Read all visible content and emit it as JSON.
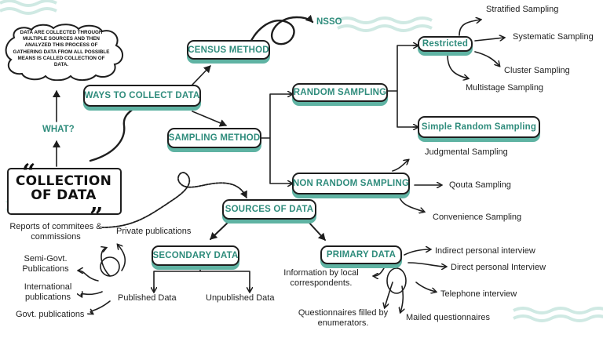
{
  "title": "COLLECTION OF DATA",
  "definition": "DATA ARE COLLECTED THROUGH MULTIPLE SOURCES AND THEN ANALYZED THIS PROCESS OF GATHERING DATA FROM ALL POSSIBLE MEANS IS CALLED COLLECTION OF DATA.",
  "what_label": "WHAT?",
  "nodes": {
    "ways": "WAYS TO COLLECT DATA",
    "census": "CENSUS METHOD",
    "nsso": "NSSO",
    "sampling": "SAMPLING METHOD",
    "random": "RANDOM SAMPLING",
    "restricted": "Restricted",
    "simple_random": "Simple Random Sampling",
    "non_random": "NON RANDOM SAMPLING",
    "sources": "SOURCES OF DATA",
    "secondary": "SECONDARY DATA",
    "primary": "PRIMARY DATA"
  },
  "restricted_types": [
    "Stratified Sampling",
    "Systematic Sampling",
    "Cluster Sampling",
    "Multistage Sampling"
  ],
  "non_random_types": [
    "Judgmental Sampling",
    "Qouta Sampling",
    "Convenience Sampling"
  ],
  "secondary_split": [
    "Published Data",
    "Unpublished Data"
  ],
  "published_sources": [
    "Reports of commitees & commissions",
    "Private publications",
    "Semi-Govt. Publications",
    "International publications",
    "Govt. publications"
  ],
  "primary_methods": [
    "Indirect personal interview",
    "Direct personal Interview",
    "Telephone interview",
    "Mailed questionnaires",
    "Questionnaires filled by enumerators.",
    "Information by local correspondents."
  ],
  "colors": {
    "accent": "#2f8c7c",
    "shadow": "#5fb3a3",
    "wave": "#cfe9e3",
    "ink": "#1e1e1e"
  }
}
